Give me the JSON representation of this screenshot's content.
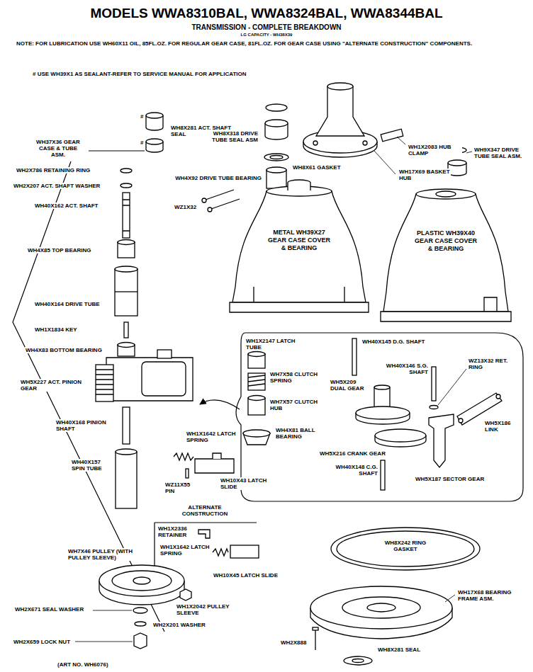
{
  "diagram": {
    "title": "MODELS WWA8310BAL, WWA8324BAL, WWA8344BAL",
    "nodes": [
      {
        "text": [
          "METAL WH39X27 GEAR CASE COVER & BEARING"
        ]
      },
      {
        "text": [
          "PLASTIC WH39X40 GEAR CASE COVER & BEARING"
        ]
      }
    ],
    "labels": [
      "TRANSMISSION - COMPLETE BREAKDOWN",
      "LG CAPACITY - WH38X39",
      "NOTE: FOR LUBRICATION USE WH60X11 OIL, 85FL.OZ. FOR REGULAR GEAR CASE, 81FL.OZ. FOR GEAR CASE USING \"ALTERNATE CONSTRUCTION\" COMPONENTS.",
      "# USE WH39X1 AS SEALANT-REFER TO SERVICE MANUAL FOR APPLICATION",
      "#",
      "#",
      "WH8X281 ACT. SHAFT SEAL",
      "WH37X36 GEAR CASE & TUBE ASM.",
      "WH2X786 RETAINING RING",
      "WH2X207 ACT. SHAFT WASHER",
      "WH40X162 ACT. SHAFT",
      "WH4X85 TOP BEARING",
      "WH40X164 DRIVE TUBE",
      "WH1X1834 KEY",
      "WH4X83 BOTTOM BEARING",
      "WH5X227 ACT. PINION GEAR",
      "WH40X168 PINION SHAFT",
      "WH40X157 SPIN TUBE",
      "WH1X1642 LATCH SPRING",
      "WZ11X55 PIN",
      "WH10X43 LATCH SLIDE",
      "ALTERNATE CONSTRUCTION",
      "WH1X2336 RETAINER",
      "WH1X1642 LATCH SPRING",
      "WH10X45 LATCH SLIDE",
      "WH7X46 PULLEY (WITH PULLEY SLEEVE)",
      "WH1X2042 PULLEY SLEEVE",
      "WH2X671 SEAL WASHER",
      "WH2X201 WASHER",
      "WH2X659 LOCK NUT",
      "(ART NO. WH6076)",
      "WH1X2083 HUB CLAMP",
      "WH17X69 BASKET HUB",
      "WZ1X32",
      "WH8X318 DRIVE TUBE SEAL ASM",
      "WH8X61 GASKET",
      "WH4X92 DRIVE TUBE BEARING",
      "WH9X347 DRIVE TUBE SEAL ASM.",
      "WH1X2147 LATCH TUBE",
      "WH7X58 CLUTCH SPRING",
      "WH7X57 CLUTCH HUB",
      "WH4X81 BALL BEARING",
      "WH40X145 D.G. SHAFT",
      "WH40X146 S.G. SHAFT",
      "WZ13X32 RET. RING",
      "WH5X209 DUAL GEAR",
      "WH5X186 LINK",
      "WH5X216 CRANK GEAR",
      "WH40X148 C.G. SHAFT",
      "WH5X187 SECTOR GEAR",
      "WH8X242 RING GASKET",
      "WH17X68 BEARING FRAME ASM.",
      "WH2X888",
      "WH8X281 SEAL"
    ]
  }
}
